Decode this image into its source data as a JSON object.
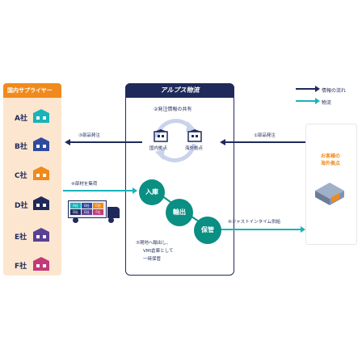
{
  "colors": {
    "navy": "#1f2a5a",
    "orange": "#f08a1c",
    "teal": "#19b3b8",
    "green": "#0a8f82",
    "peach": "#fde6cf"
  },
  "legend": {
    "info_flow": "情報の流れ",
    "goods": "物流"
  },
  "suppliers": {
    "header": "国内サプライヤー",
    "items": [
      {
        "label": "A社",
        "color": "#19b3b8"
      },
      {
        "label": "B社",
        "color": "#2f4ba0"
      },
      {
        "label": "C社",
        "color": "#f08a1c"
      },
      {
        "label": "D社",
        "color": "#1f2a5a"
      },
      {
        "label": "E社",
        "color": "#5a3f96"
      },
      {
        "label": "F社",
        "color": "#c23a7a"
      }
    ]
  },
  "center": {
    "logo": "アルプス物流",
    "share_info": "②発注情報の共有",
    "domestic": "国内拠点",
    "overseas": "海外拠点",
    "receiving": "入庫",
    "export": "輸出",
    "storage": "保管",
    "note_line1": "⑤現地へ輸出し、",
    "note_line2": "VMI倉庫として",
    "note_line3": "一時保管"
  },
  "arrows": {
    "order_left": "③部品発注",
    "order_right": "①部品発注",
    "collect": "④部材を集荷",
    "jit": "⑥ジャストインタイム供給"
  },
  "customer": {
    "line1": "お客様の",
    "line2": "海外拠点"
  },
  "truck": {
    "boxes": [
      "A社",
      "B社",
      "C社",
      "D社",
      "E社",
      "F社"
    ]
  }
}
